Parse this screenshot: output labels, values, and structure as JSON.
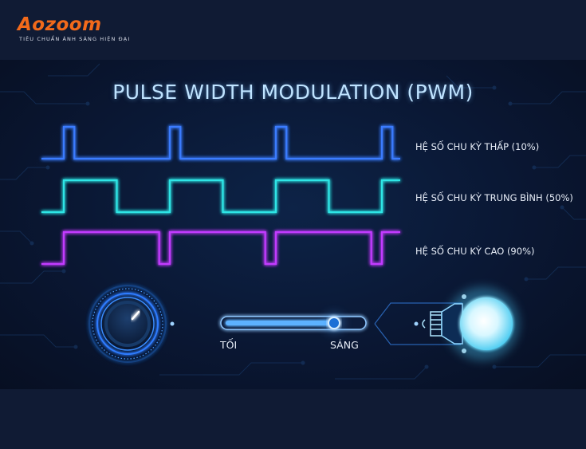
{
  "brand": {
    "name": "Aozoom",
    "tagline": "TIÊU CHUẨN ÁNH SÁNG HIỆN ĐẠI",
    "accent_color": "#f26a1b"
  },
  "diagram": {
    "title": "PULSE WIDTH MODULATION (PWM)",
    "waves": [
      {
        "label": "HỆ SỐ CHU KỲ THẤP (10%)",
        "duty_cycle": 0.1,
        "color": "#3a7bff"
      },
      {
        "label": "HỆ SỐ CHU KỲ TRUNG BÌNH (50%)",
        "duty_cycle": 0.5,
        "color": "#2ee6e6"
      },
      {
        "label": "HỆ SỐ CHU KỲ CAO (90%)",
        "duty_cycle": 0.9,
        "color": "#c23bff"
      }
    ],
    "slider": {
      "min_label": "TỐI",
      "max_label": "SÁNG",
      "level": 0.8
    },
    "icons": [
      "dimmer-knob-icon",
      "light-bulb-icon"
    ]
  }
}
